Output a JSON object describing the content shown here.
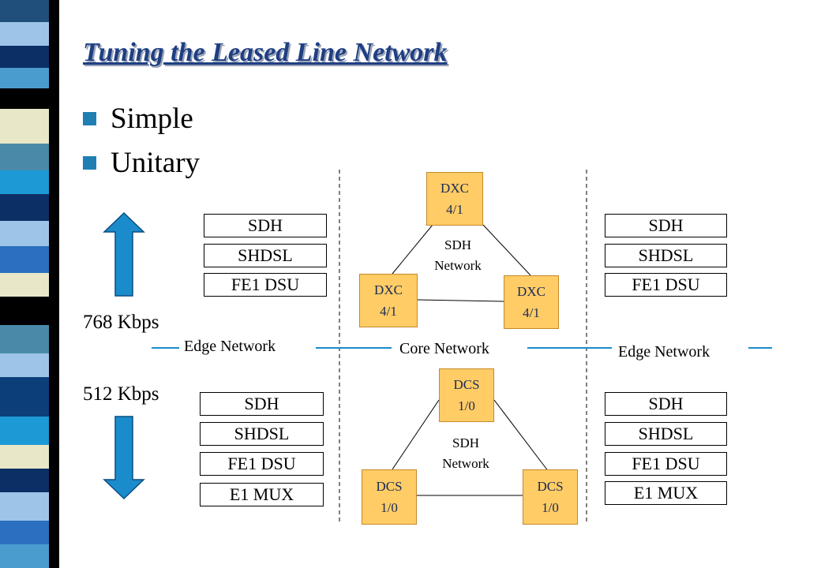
{
  "slide": {
    "title": "Tuning the Leased Line Network",
    "bullets": [
      "Simple",
      "Unitary"
    ],
    "rates": {
      "upper": "768 Kbps",
      "lower": "512 Kbps"
    }
  },
  "stacks": {
    "upper_left": [
      "SDH",
      "SHDSL",
      "FE1 DSU"
    ],
    "upper_right": [
      "SDH",
      "SHDSL",
      "FE1 DSU"
    ],
    "lower_left": [
      "SDH",
      "SHDSL",
      "FE1 DSU",
      "E1 MUX"
    ],
    "lower_right": [
      "SDH",
      "SHDSL",
      "FE1 DSU",
      "E1 MUX"
    ]
  },
  "core": {
    "upper": {
      "top": {
        "name": "DXC",
        "ratio": "4/1"
      },
      "left": {
        "name": "DXC",
        "ratio": "4/1"
      },
      "right": {
        "name": "DXC",
        "ratio": "4/1"
      },
      "label": [
        "SDH",
        "Network"
      ]
    },
    "lower": {
      "top": {
        "name": "DCS",
        "ratio": "1/0"
      },
      "left": {
        "name": "DCS",
        "ratio": "1/0"
      },
      "right": {
        "name": "DCS",
        "ratio": "1/0"
      },
      "label": [
        "SDH",
        "Network"
      ]
    }
  },
  "segments": {
    "left": "Edge Network",
    "center": "Core Network",
    "right": "Edge Network"
  },
  "colors": {
    "title": "#1f3f83",
    "bullet": "#1f7fb3",
    "node_fill": "#ffcc66",
    "arrow_fill": "#1a8ccc",
    "segment_line": "#1a8ccc"
  },
  "icons": {
    "up_arrow": "arrow-up-icon",
    "down_arrow": "arrow-down-icon"
  }
}
